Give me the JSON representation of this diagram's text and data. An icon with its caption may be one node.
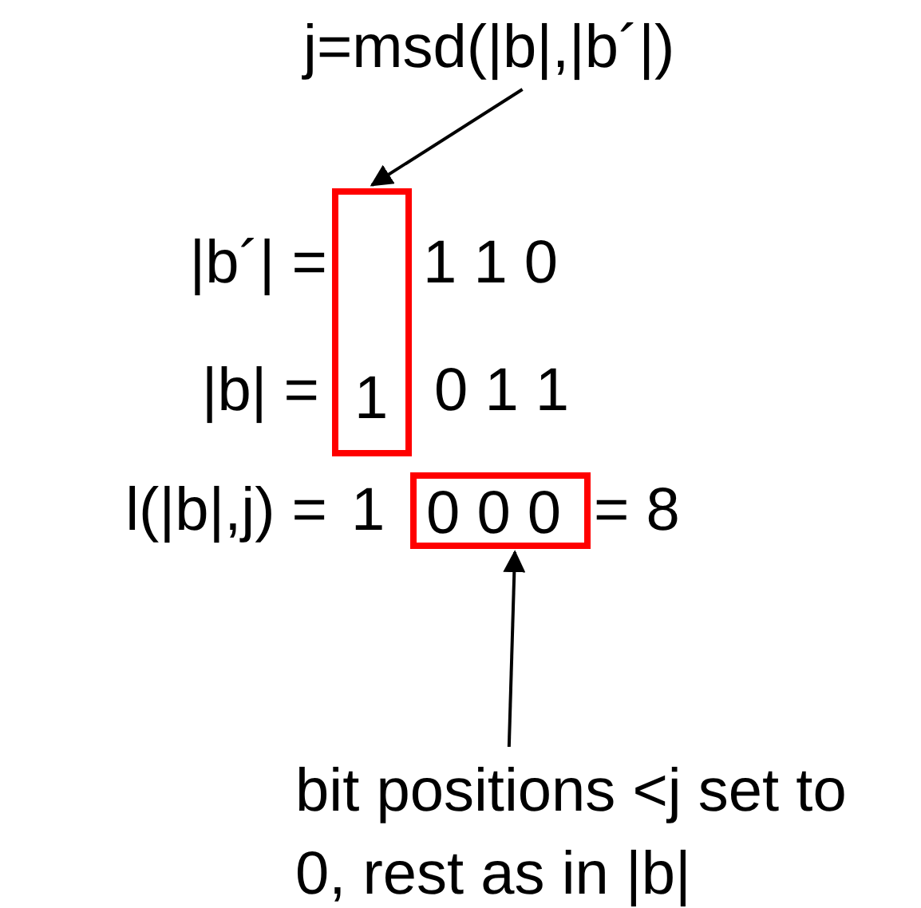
{
  "diagram": {
    "nodes": [
      {
        "text": [
          "j=msd(|b|,|b´|)"
        ]
      },
      {
        "text": [
          "1"
        ]
      },
      {
        "text": [
          "0 0 0"
        ]
      },
      {
        "text": [
          "bit positions <j set to 0, rest as in |b|"
        ]
      }
    ],
    "edges": [
      {
        "from": 0,
        "to": 1,
        "arrow": "to"
      },
      {
        "from": 3,
        "to": 2,
        "arrow": "to"
      }
    ],
    "labels": [
      "|b´| =",
      "1 1 0",
      "|b| =",
      "0 1 1",
      "l(|b|,j) =",
      "1",
      "= 8"
    ]
  }
}
